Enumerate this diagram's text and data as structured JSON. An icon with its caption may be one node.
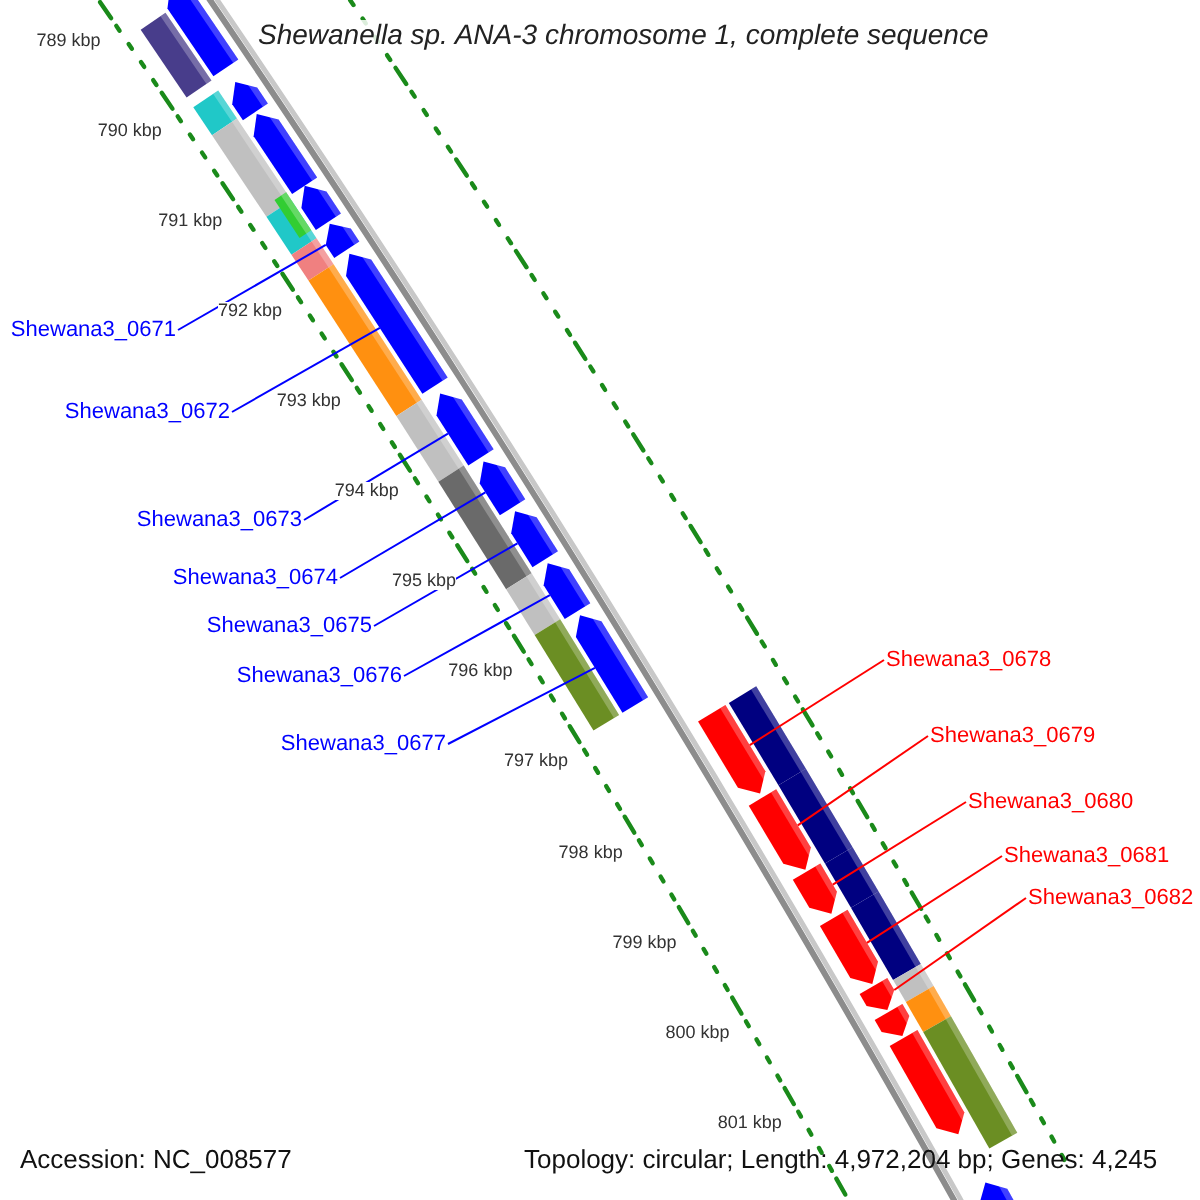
{
  "diagram": {
    "title": "Shewanella sp. ANA-3 chromosome 1, complete sequence",
    "nodes": [
      {
        "text": [
          "Shewana3_0671"
        ]
      },
      {
        "text": [
          "Shewana3_0672"
        ]
      },
      {
        "text": [
          "Shewana3_0673"
        ]
      },
      {
        "text": [
          "Shewana3_0674"
        ]
      },
      {
        "text": [
          "Shewana3_0675"
        ]
      },
      {
        "text": [
          "Shewana3_0676"
        ]
      },
      {
        "text": [
          "Shewana3_0677"
        ]
      },
      {
        "text": [
          "Shewana3_0678"
        ]
      },
      {
        "text": [
          "Shewana3_0679"
        ]
      },
      {
        "text": [
          "Shewana3_0680"
        ]
      },
      {
        "text": [
          "Shewana3_0681"
        ]
      },
      {
        "text": [
          "Shewana3_0682"
        ]
      },
      {
        "text": [],
        "shape": "arrow"
      },
      {
        "text": [],
        "shape": "arrow"
      },
      {
        "text": [],
        "shape": "arrow"
      },
      {
        "text": [],
        "shape": "arrow"
      },
      {
        "text": [],
        "shape": "arrow"
      },
      {
        "text": [],
        "shape": "arrow"
      },
      {
        "text": [],
        "shape": "arrow"
      },
      {
        "text": [],
        "shape": "arrow"
      },
      {
        "text": [],
        "shape": "arrow"
      },
      {
        "text": [],
        "shape": "arrow"
      },
      {
        "text": [],
        "shape": "arrow"
      },
      {
        "text": [],
        "shape": "arrow"
      },
      {
        "text": [],
        "shape": "arrow"
      },
      {
        "text": [],
        "shape": "arrow"
      },
      {
        "text": [],
        "shape": "arrow"
      },
      {
        "text": [],
        "shape": "arrow"
      },
      {
        "text": [],
        "shape": "box"
      },
      {
        "text": [],
        "shape": "box"
      },
      {
        "text": [],
        "shape": "box"
      },
      {
        "text": [],
        "shape": "box"
      },
      {
        "text": [],
        "shape": "box"
      },
      {
        "text": [],
        "shape": "box"
      },
      {
        "text": [],
        "shape": "box"
      },
      {
        "text": [],
        "shape": "box"
      },
      {
        "text": [],
        "shape": "box"
      },
      {
        "text": [],
        "shape": "box"
      },
      {
        "text": [],
        "shape": "box"
      },
      {
        "text": [],
        "shape": "arrow"
      },
      {
        "text": [],
        "shape": "arrow"
      },
      {
        "text": [],
        "shape": "arrow"
      },
      {
        "text": [],
        "shape": "box"
      },
      {
        "text": [],
        "shape": "box"
      },
      {
        "text": [],
        "shape": "box"
      },
      {
        "text": [],
        "shape": "box"
      },
      {
        "text": [],
        "shape": "box"
      },
      {
        "text": [],
        "shape": "box"
      },
      {
        "text": [],
        "shape": "box"
      }
    ],
    "edges": [
      {
        "from": 0,
        "to": 12,
        "arrow": "none"
      },
      {
        "from": 1,
        "to": 13,
        "arrow": "none"
      },
      {
        "from": 2,
        "to": 14,
        "arrow": "none"
      },
      {
        "from": 3,
        "to": 15,
        "arrow": "none"
      },
      {
        "from": 4,
        "to": 16,
        "arrow": "none"
      },
      {
        "from": 5,
        "to": 17,
        "arrow": "none"
      },
      {
        "from": 6,
        "to": 18,
        "arrow": "none"
      },
      {
        "from": 7,
        "to": 19,
        "arrow": "none",
        "color": "#ff0000"
      },
      {
        "from": 8,
        "to": 20,
        "arrow": "none",
        "color": "#ff0000"
      },
      {
        "from": 9,
        "to": 21,
        "arrow": "none",
        "color": "#ff0000"
      },
      {
        "from": 10,
        "to": 22,
        "arrow": "none",
        "color": "#ff0000"
      },
      {
        "from": 11,
        "to": 23,
        "arrow": "none",
        "color": "#ff0000"
      }
    ],
    "labels": [
      "789 kbp",
      "790 kbp",
      "791 kbp",
      "792 kbp",
      "793 kbp",
      "794 kbp",
      "795 kbp",
      "796 kbp",
      "797 kbp",
      "798 kbp",
      "799 kbp",
      "800 kbp",
      "801 kbp",
      "Accession: NC_008577",
      "Topology: circular; Length: 4,972,204 bp; Genes: 4,245"
    ]
  }
}
